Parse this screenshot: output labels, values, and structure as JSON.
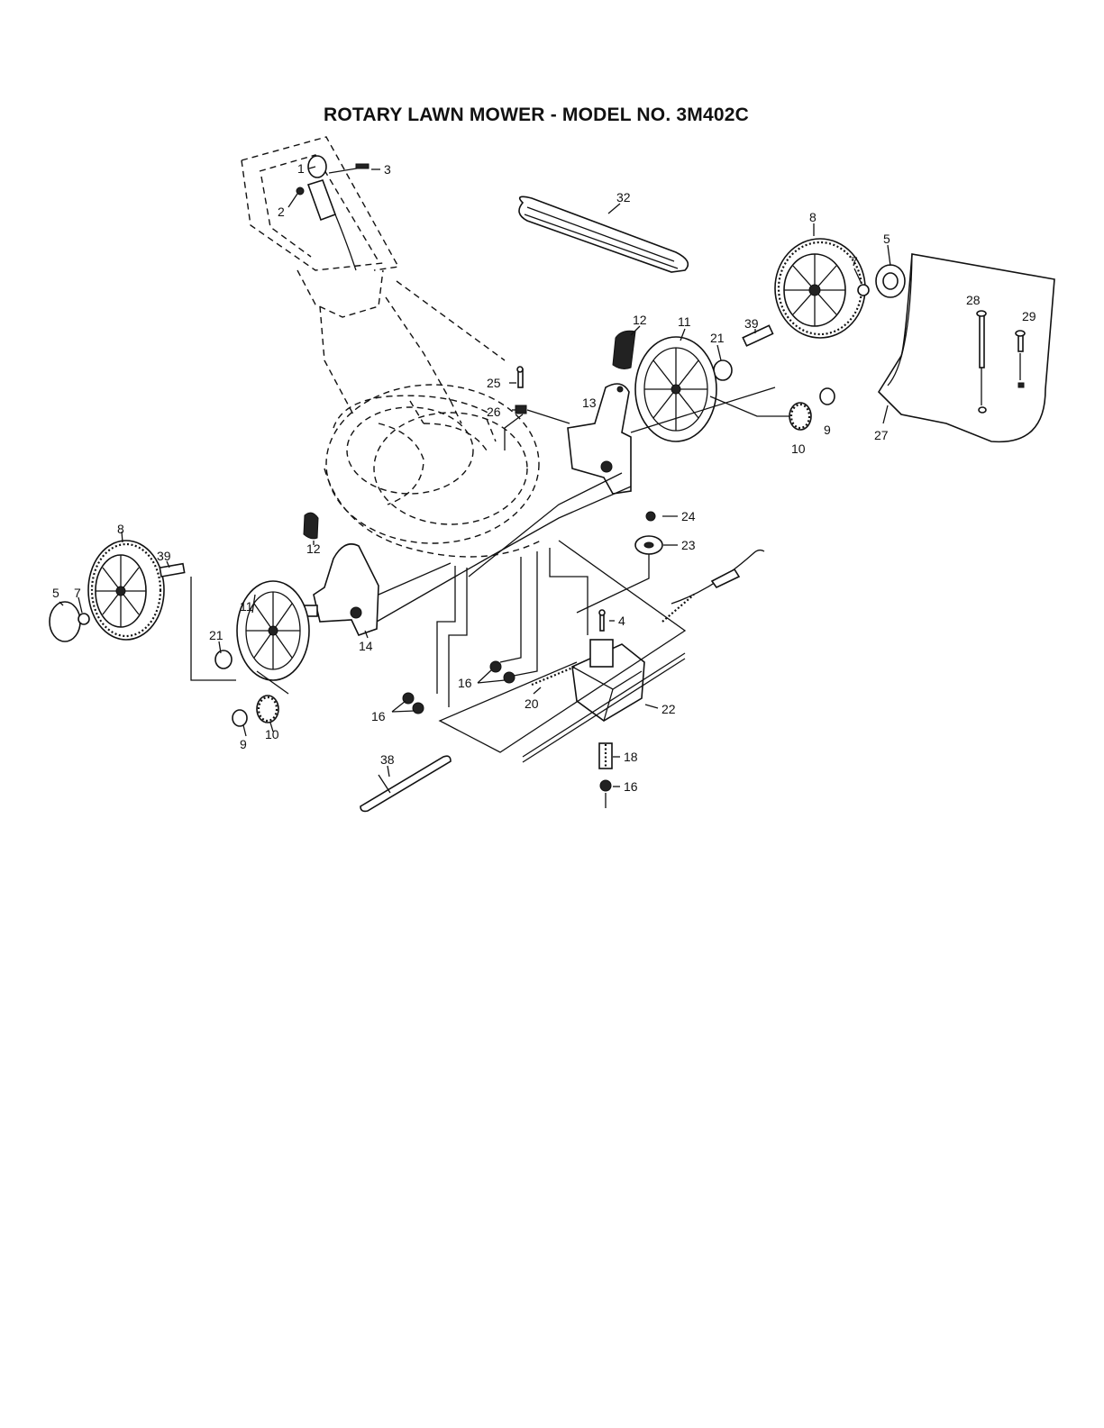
{
  "title": "ROTARY LAWN MOWER - MODEL NO.  3M402C",
  "callouts": [
    {
      "id": "c1",
      "text": "1"
    },
    {
      "id": "c2",
      "text": "2"
    },
    {
      "id": "c3",
      "text": "3"
    },
    {
      "id": "c4",
      "text": "4"
    },
    {
      "id": "c5r",
      "text": "5"
    },
    {
      "id": "c5l",
      "text": "5"
    },
    {
      "id": "c7r",
      "text": "7"
    },
    {
      "id": "c7l",
      "text": "7"
    },
    {
      "id": "c8r",
      "text": "8"
    },
    {
      "id": "c8l",
      "text": "8"
    },
    {
      "id": "c9r",
      "text": "9"
    },
    {
      "id": "c9l",
      "text": "9"
    },
    {
      "id": "c10r",
      "text": "10"
    },
    {
      "id": "c10l",
      "text": "10"
    },
    {
      "id": "c11r",
      "text": "11"
    },
    {
      "id": "c11l",
      "text": "11"
    },
    {
      "id": "c12r",
      "text": "12"
    },
    {
      "id": "c12l",
      "text": "12"
    },
    {
      "id": "c13",
      "text": "13"
    },
    {
      "id": "c14",
      "text": "14"
    },
    {
      "id": "c16a",
      "text": "16"
    },
    {
      "id": "c16b",
      "text": "16"
    },
    {
      "id": "c16c",
      "text": "16"
    },
    {
      "id": "c18",
      "text": "18"
    },
    {
      "id": "c20",
      "text": "20"
    },
    {
      "id": "c21r",
      "text": "21"
    },
    {
      "id": "c21l",
      "text": "21"
    },
    {
      "id": "c22",
      "text": "22"
    },
    {
      "id": "c23",
      "text": "23"
    },
    {
      "id": "c24",
      "text": "24"
    },
    {
      "id": "c25",
      "text": "25"
    },
    {
      "id": "c26",
      "text": "26"
    },
    {
      "id": "c27",
      "text": "27"
    },
    {
      "id": "c28",
      "text": "28"
    },
    {
      "id": "c29",
      "text": "29"
    },
    {
      "id": "c32",
      "text": "32"
    },
    {
      "id": "c38",
      "text": "38"
    },
    {
      "id": "c39r",
      "text": "39"
    },
    {
      "id": "c39l",
      "text": "39"
    }
  ]
}
